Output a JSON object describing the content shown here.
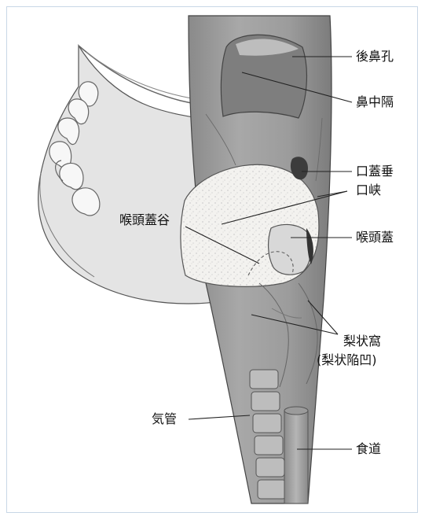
{
  "labels": {
    "posterior_nares": "後鼻孔",
    "nasal_septum": "鼻中隔",
    "uvula": "口蓋垂",
    "fauces": "口峡",
    "vallecula": "喉頭蓋谷",
    "epiglottis": "喉頭蓋",
    "piriform_fossa": "梨状窩",
    "piriform_recess": "(梨状陥凹)",
    "trachea": "気管",
    "esophagus": "食道"
  },
  "colors": {
    "frame_border": "#c8d7e6",
    "pharynx_fill": "#9b9b9b",
    "face_fill": "#e3e3e3",
    "tongue_fill": "#f0efec",
    "line": "#333333"
  }
}
